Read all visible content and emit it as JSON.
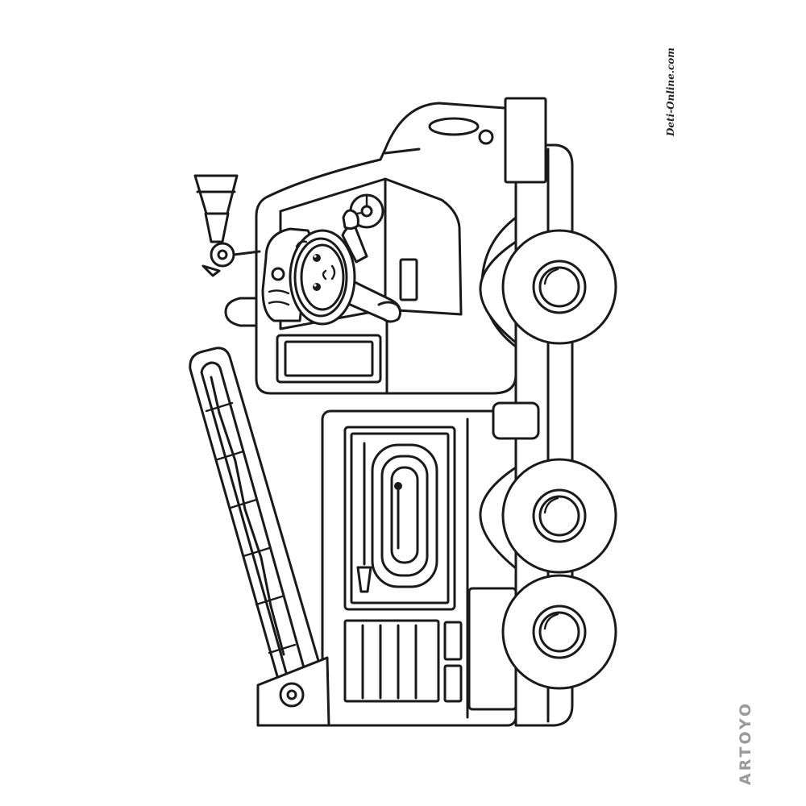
{
  "image": {
    "subject": "fire-truck-coloring-page",
    "line_color": "#1a1a1a",
    "background_color": "#ffffff"
  },
  "watermarks": {
    "site": "Deti-Online.com",
    "brand": "ARTOYO",
    "brand_color": "#9a9a9a"
  }
}
